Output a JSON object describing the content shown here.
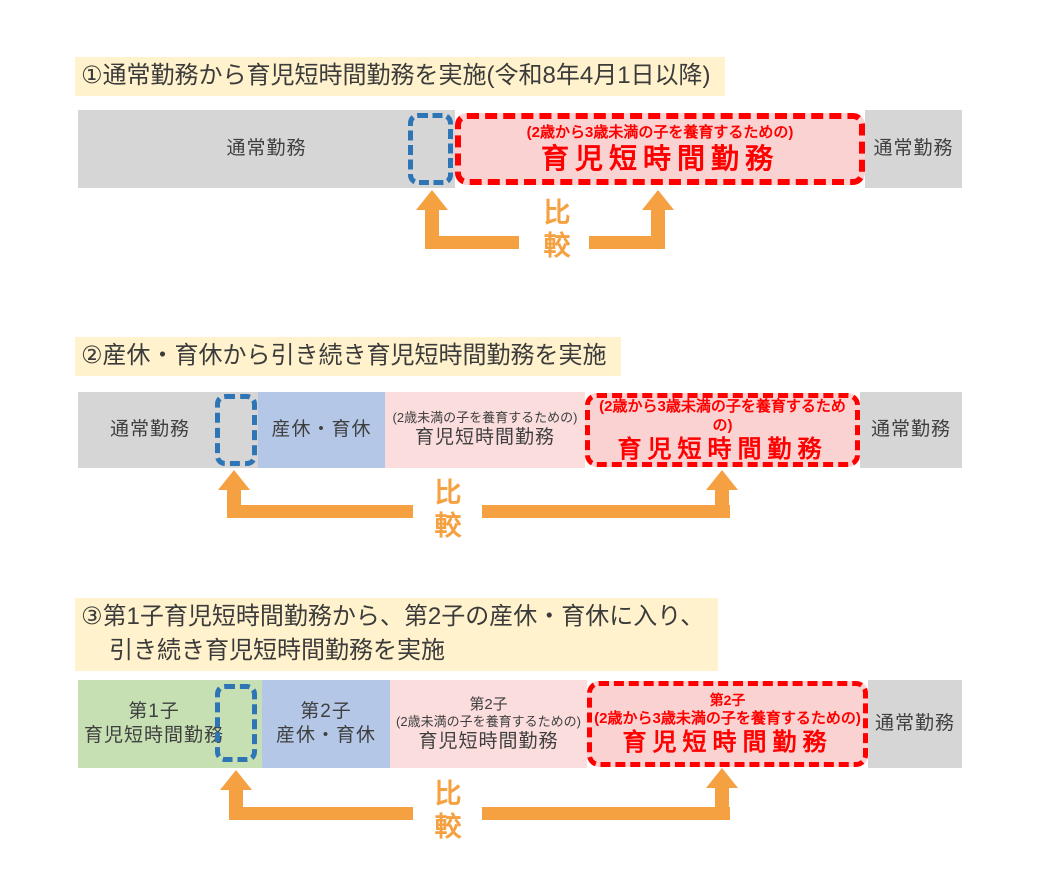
{
  "colors": {
    "title_background": "#FFF2CC",
    "normal_work_gray": "#D6D6D6",
    "first_child_green": "#C6E0B4",
    "maternity_leave_blue": "#B4C7E7",
    "short_work_pink": "#FBDDDD",
    "highlight_box_fill": "#FAD2D2",
    "highlight_red": "#FF0000",
    "comparison_box_blue": "#2E75B6",
    "arrow_orange": "#F5A142",
    "bar_text": "#3F3F3F"
  },
  "sections": [
    {
      "title": "①通常勤務から育児短時間勤務を実施(令和8年4月1日以降)",
      "comparison_label": "比較",
      "bar": {
        "left_normal": "通常勤務",
        "highlight_note": "(2歳から3歳未満の子を養育するための)",
        "highlight_title": "育児短時間勤務",
        "right_normal": "通常勤務"
      }
    },
    {
      "title": "②産休・育休から引き続き育児短時間勤務を実施",
      "comparison_label": "比較",
      "bar": {
        "left_normal": "通常勤務",
        "maternity": "産休・育休",
        "under2_note": "(2歳未満の子を養育するための)",
        "under2_title": "育児短時間勤務",
        "highlight_note": "(2歳から3歳未満の子を養育するための)",
        "highlight_title": "育児短時間勤務",
        "right_normal": "通常勤務"
      }
    },
    {
      "title_line1": "③第1子育児短時間勤務から、第2子の産休・育休に入り、",
      "title_line2": "引き続き育児短時間勤務を実施",
      "comparison_label": "比較",
      "bar": {
        "first_child_line1": "第1子",
        "first_child_line2": "育児短時間勤務",
        "maternity_line1": "第2子",
        "maternity_line2": "産休・育休",
        "under2_child": "第2子",
        "under2_note": "(2歳未満の子を養育するための)",
        "under2_title": "育児短時間勤務",
        "highlight_child": "第2子",
        "highlight_note": "(2歳から3歳未満の子を養育するための)",
        "highlight_title": "育児短時間勤務",
        "right_normal": "通常勤務"
      }
    }
  ]
}
